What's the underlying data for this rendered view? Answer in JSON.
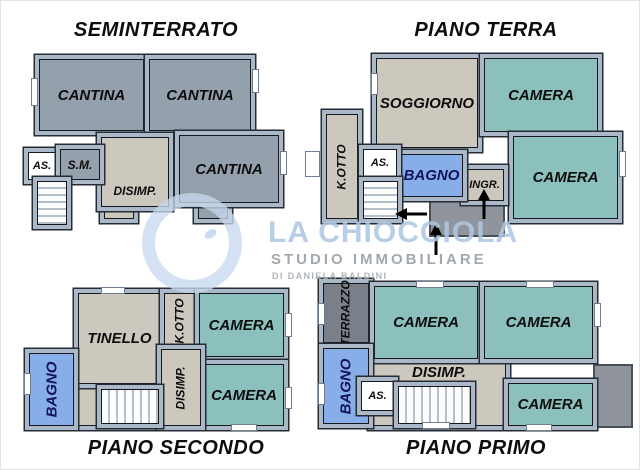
{
  "watermark": {
    "brand": "LA CHIOCCIOLA",
    "subtitle": "STUDIO IMMOBILIARE",
    "tagline": "DI DANIELA BALDINI"
  },
  "plans": {
    "seminterrato": {
      "title": "SEMINTERRATO",
      "rooms": {
        "cantina_a": "CANTINA",
        "cantina_b": "CANTINA",
        "cantina_c": "CANTINA",
        "as": "AS.",
        "sm": "S.M.",
        "disimp": "DISIMP."
      }
    },
    "piano_terra": {
      "title": "PIANO TERRA",
      "rooms": {
        "soggiorno": "SOGGIORNO",
        "camera_a": "CAMERA",
        "camera_b": "CAMERA",
        "kotto": "K.OTTO",
        "as": "AS.",
        "bagno": "BAGNO",
        "ingr": "INGR."
      }
    },
    "piano_secondo": {
      "title": "PIANO SECONDO",
      "rooms": {
        "tinello": "TINELLO",
        "kotto": "K.OTTO",
        "camera_a": "CAMERA",
        "camera_b": "CAMERA",
        "bagno": "BAGNO",
        "disimp": "DISIMP."
      }
    },
    "piano_primo": {
      "title": "PIANO PRIMO",
      "rooms": {
        "terrazzo": "TERRAZZO",
        "camera_a": "CAMERA",
        "camera_b": "CAMERA",
        "camera_c": "CAMERA",
        "bagno": "BAGNO",
        "as": "AS.",
        "disimp": "DISIMP."
      }
    }
  },
  "colors": {
    "camera_teal": "#8cc0bc",
    "service_tan": "#cdc8be",
    "cantina_gray": "#94a0ac",
    "bagno_blue": "#88aeea",
    "terrace_gray": "#798089",
    "wall_fill": "#aab8c8",
    "watermark_blue": "#aec7e4"
  }
}
